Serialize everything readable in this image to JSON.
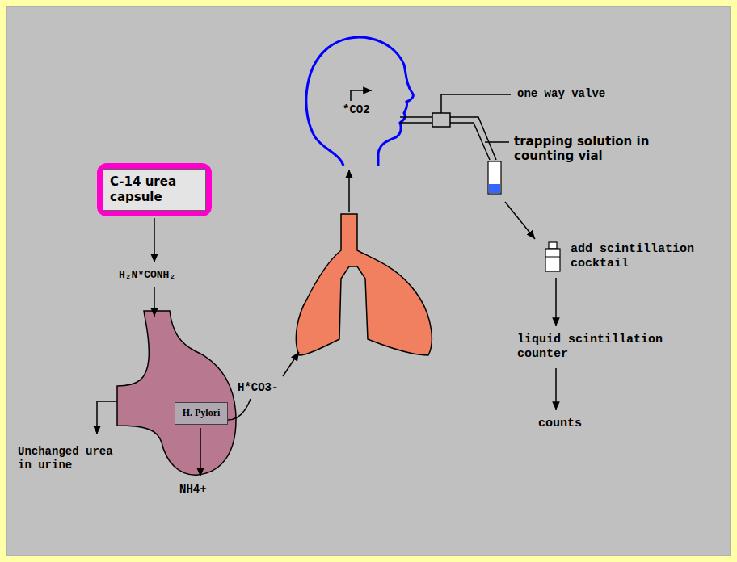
{
  "diagram": {
    "nodes": [
      {
        "text": [
          "C-14 urea capsule"
        ]
      },
      {
        "text": [
          "H. Pylori"
        ]
      }
    ],
    "labels": [
      "H₂N*CONH₂",
      "Unchanged urea in urine",
      "NH4+",
      "H*CO3-",
      "*CO2",
      "one way valve",
      "trapping solution in counting vial",
      "add scintillation cocktail",
      "liquid scintillation counter",
      "counts"
    ]
  }
}
